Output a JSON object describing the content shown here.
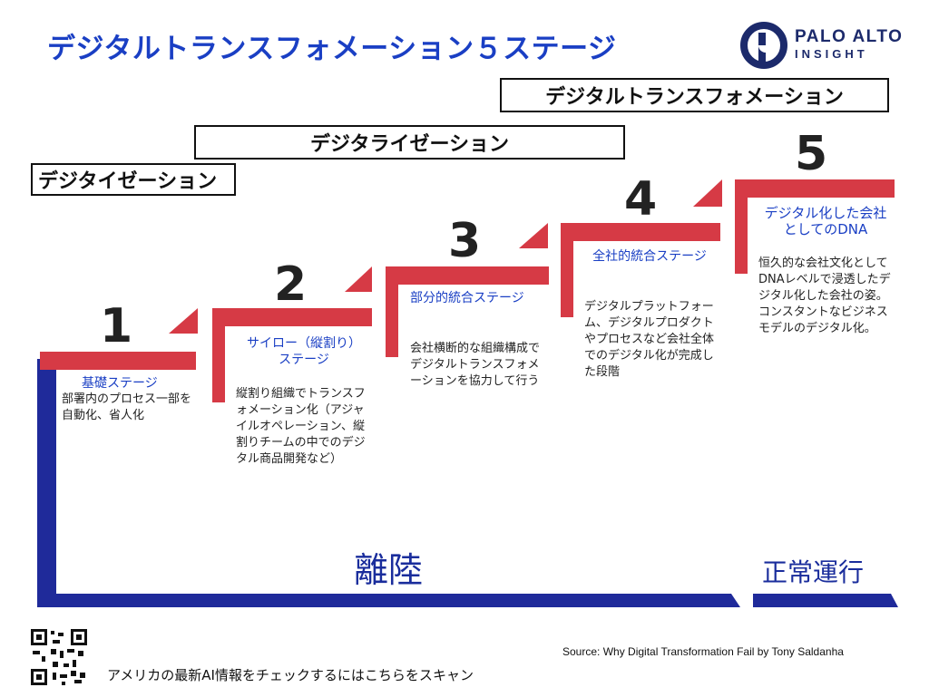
{
  "title": "デジタルトランスフォメーション５ステージ",
  "logo": {
    "line1": "PALO ALTO",
    "line2": "INSIGHT"
  },
  "phases": [
    {
      "label": "デジタイゼーション"
    },
    {
      "label": "デジタライゼーション"
    },
    {
      "label": "デジタルトランスフォメーション"
    }
  ],
  "stages": [
    {
      "number": "1",
      "title": "基礎ステージ",
      "description": "部署内のプロセス一部を自動化、省人化"
    },
    {
      "number": "2",
      "title": "サイロー（縦割り）ステージ",
      "description": "縦割り組織でトランスフォメーション化（アジャイルオペレーション、縦割りチームの中でのデジタル商品開発など）"
    },
    {
      "number": "3",
      "title": "部分的統合ステージ",
      "description": "会社横断的な組織構成でデジタルトランスフォメーションを協力して行う"
    },
    {
      "number": "4",
      "title": "全社的統合ステージ",
      "description": "デジタルプラットフォーム、デジタルプロダクトやプロセスなど会社全体でのデジタル化が完成した段階"
    },
    {
      "number": "5",
      "title": "デジタル化した会社としてのDNA",
      "description": "恒久的な会社文化としてDNAレベルで浸透したデジタル化した会社の姿。コンスタントなビジネスモデルのデジタル化。"
    }
  ],
  "bottom_labels": {
    "left": "離陸",
    "right": "正常運行"
  },
  "source": "Source: Why Digital Transformation Fail by Tony Saldanha",
  "scan_text": "アメリカの最新AI情報をチェックするにはこちらをスキャン",
  "colors": {
    "title_blue": "#1a3fc4",
    "step_red": "#d63a45",
    "base_navy": "#1f2a9a",
    "logo_navy": "#1c2a6b"
  }
}
